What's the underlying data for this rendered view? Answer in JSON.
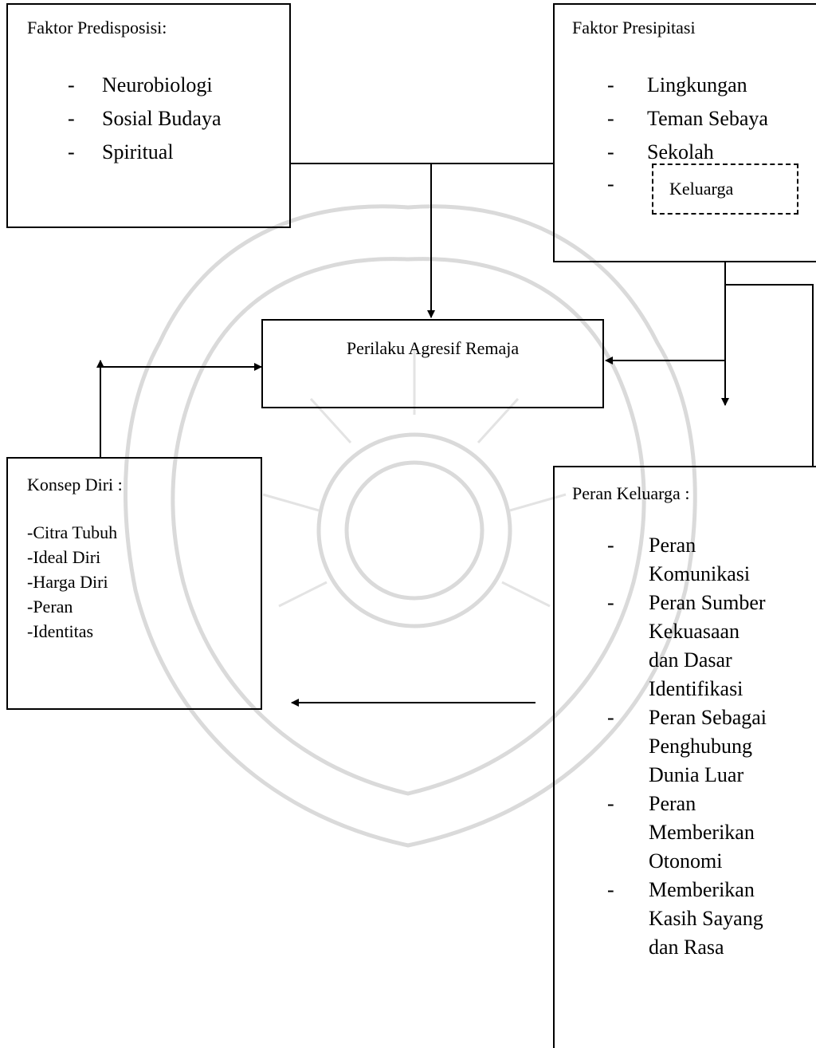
{
  "predisposisi": {
    "title": "Faktor Predisposisi:",
    "items": [
      "Neurobiologi",
      "Sosial Budaya",
      "Spiritual"
    ]
  },
  "presipitasi": {
    "title": "Faktor Presipitasi",
    "items": [
      "Lingkungan",
      "Teman Sebaya",
      "Sekolah",
      "Keluarga"
    ]
  },
  "perilaku": {
    "label": "Perilaku Agresif Remaja"
  },
  "konsep_diri": {
    "title": "Konsep Diri :",
    "items": [
      "-Citra Tubuh",
      "-Ideal Diri",
      "-Harga Diri",
      "-Peran",
      "-Identitas"
    ]
  },
  "peran_keluarga": {
    "title": "Peran Keluarga :",
    "items": [
      [
        "Peran",
        "Komunikasi"
      ],
      [
        "Peran Sumber",
        "Kekuasaan",
        "dan Dasar",
        "Identifikasi"
      ],
      [
        "Peran Sebagai",
        "Penghubung",
        "Dunia Luar"
      ],
      [
        "Peran",
        "Memberikan",
        "Otonomi"
      ],
      [
        "Memberikan",
        "Kasih Sayang",
        "dan Rasa"
      ]
    ]
  },
  "colors": {
    "line": "#000000",
    "watermark": "#d9d9d9"
  }
}
